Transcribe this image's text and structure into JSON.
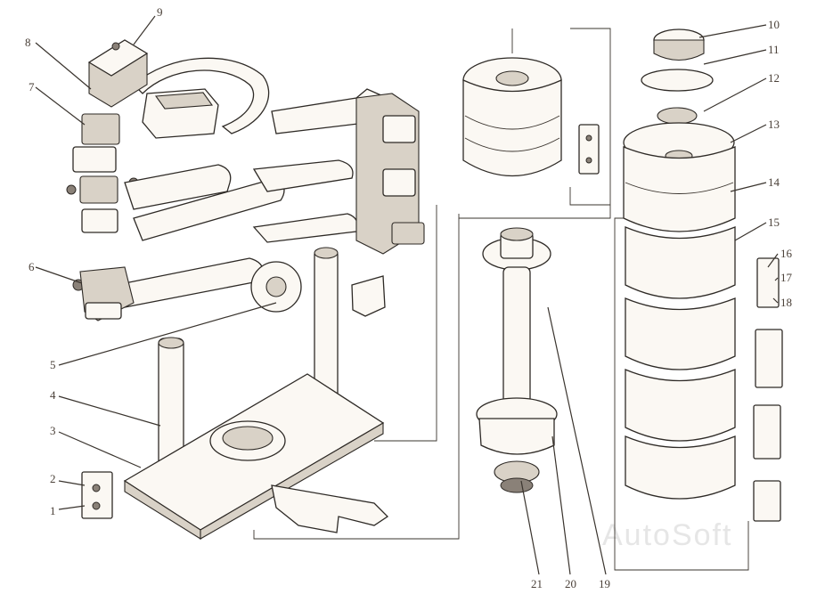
{
  "watermark": "AutoSoft",
  "callouts": [
    {
      "id": "c1",
      "text": "1"
    },
    {
      "id": "c2",
      "text": "2"
    },
    {
      "id": "c3",
      "text": "3"
    },
    {
      "id": "c4",
      "text": "4"
    },
    {
      "id": "c5",
      "text": "5"
    },
    {
      "id": "c6",
      "text": "6"
    },
    {
      "id": "c7",
      "text": "7"
    },
    {
      "id": "c8",
      "text": "8"
    },
    {
      "id": "c9",
      "text": "9"
    },
    {
      "id": "c10",
      "text": "10"
    },
    {
      "id": "c11",
      "text": "11"
    },
    {
      "id": "c12",
      "text": "12"
    },
    {
      "id": "c13",
      "text": "13"
    },
    {
      "id": "c14",
      "text": "14"
    },
    {
      "id": "c15",
      "text": "15"
    },
    {
      "id": "c16",
      "text": "16"
    },
    {
      "id": "c17",
      "text": "17"
    },
    {
      "id": "c18",
      "text": "18"
    },
    {
      "id": "c19",
      "text": "19"
    },
    {
      "id": "c20",
      "text": "20"
    },
    {
      "id": "c21",
      "text": "21"
    }
  ]
}
